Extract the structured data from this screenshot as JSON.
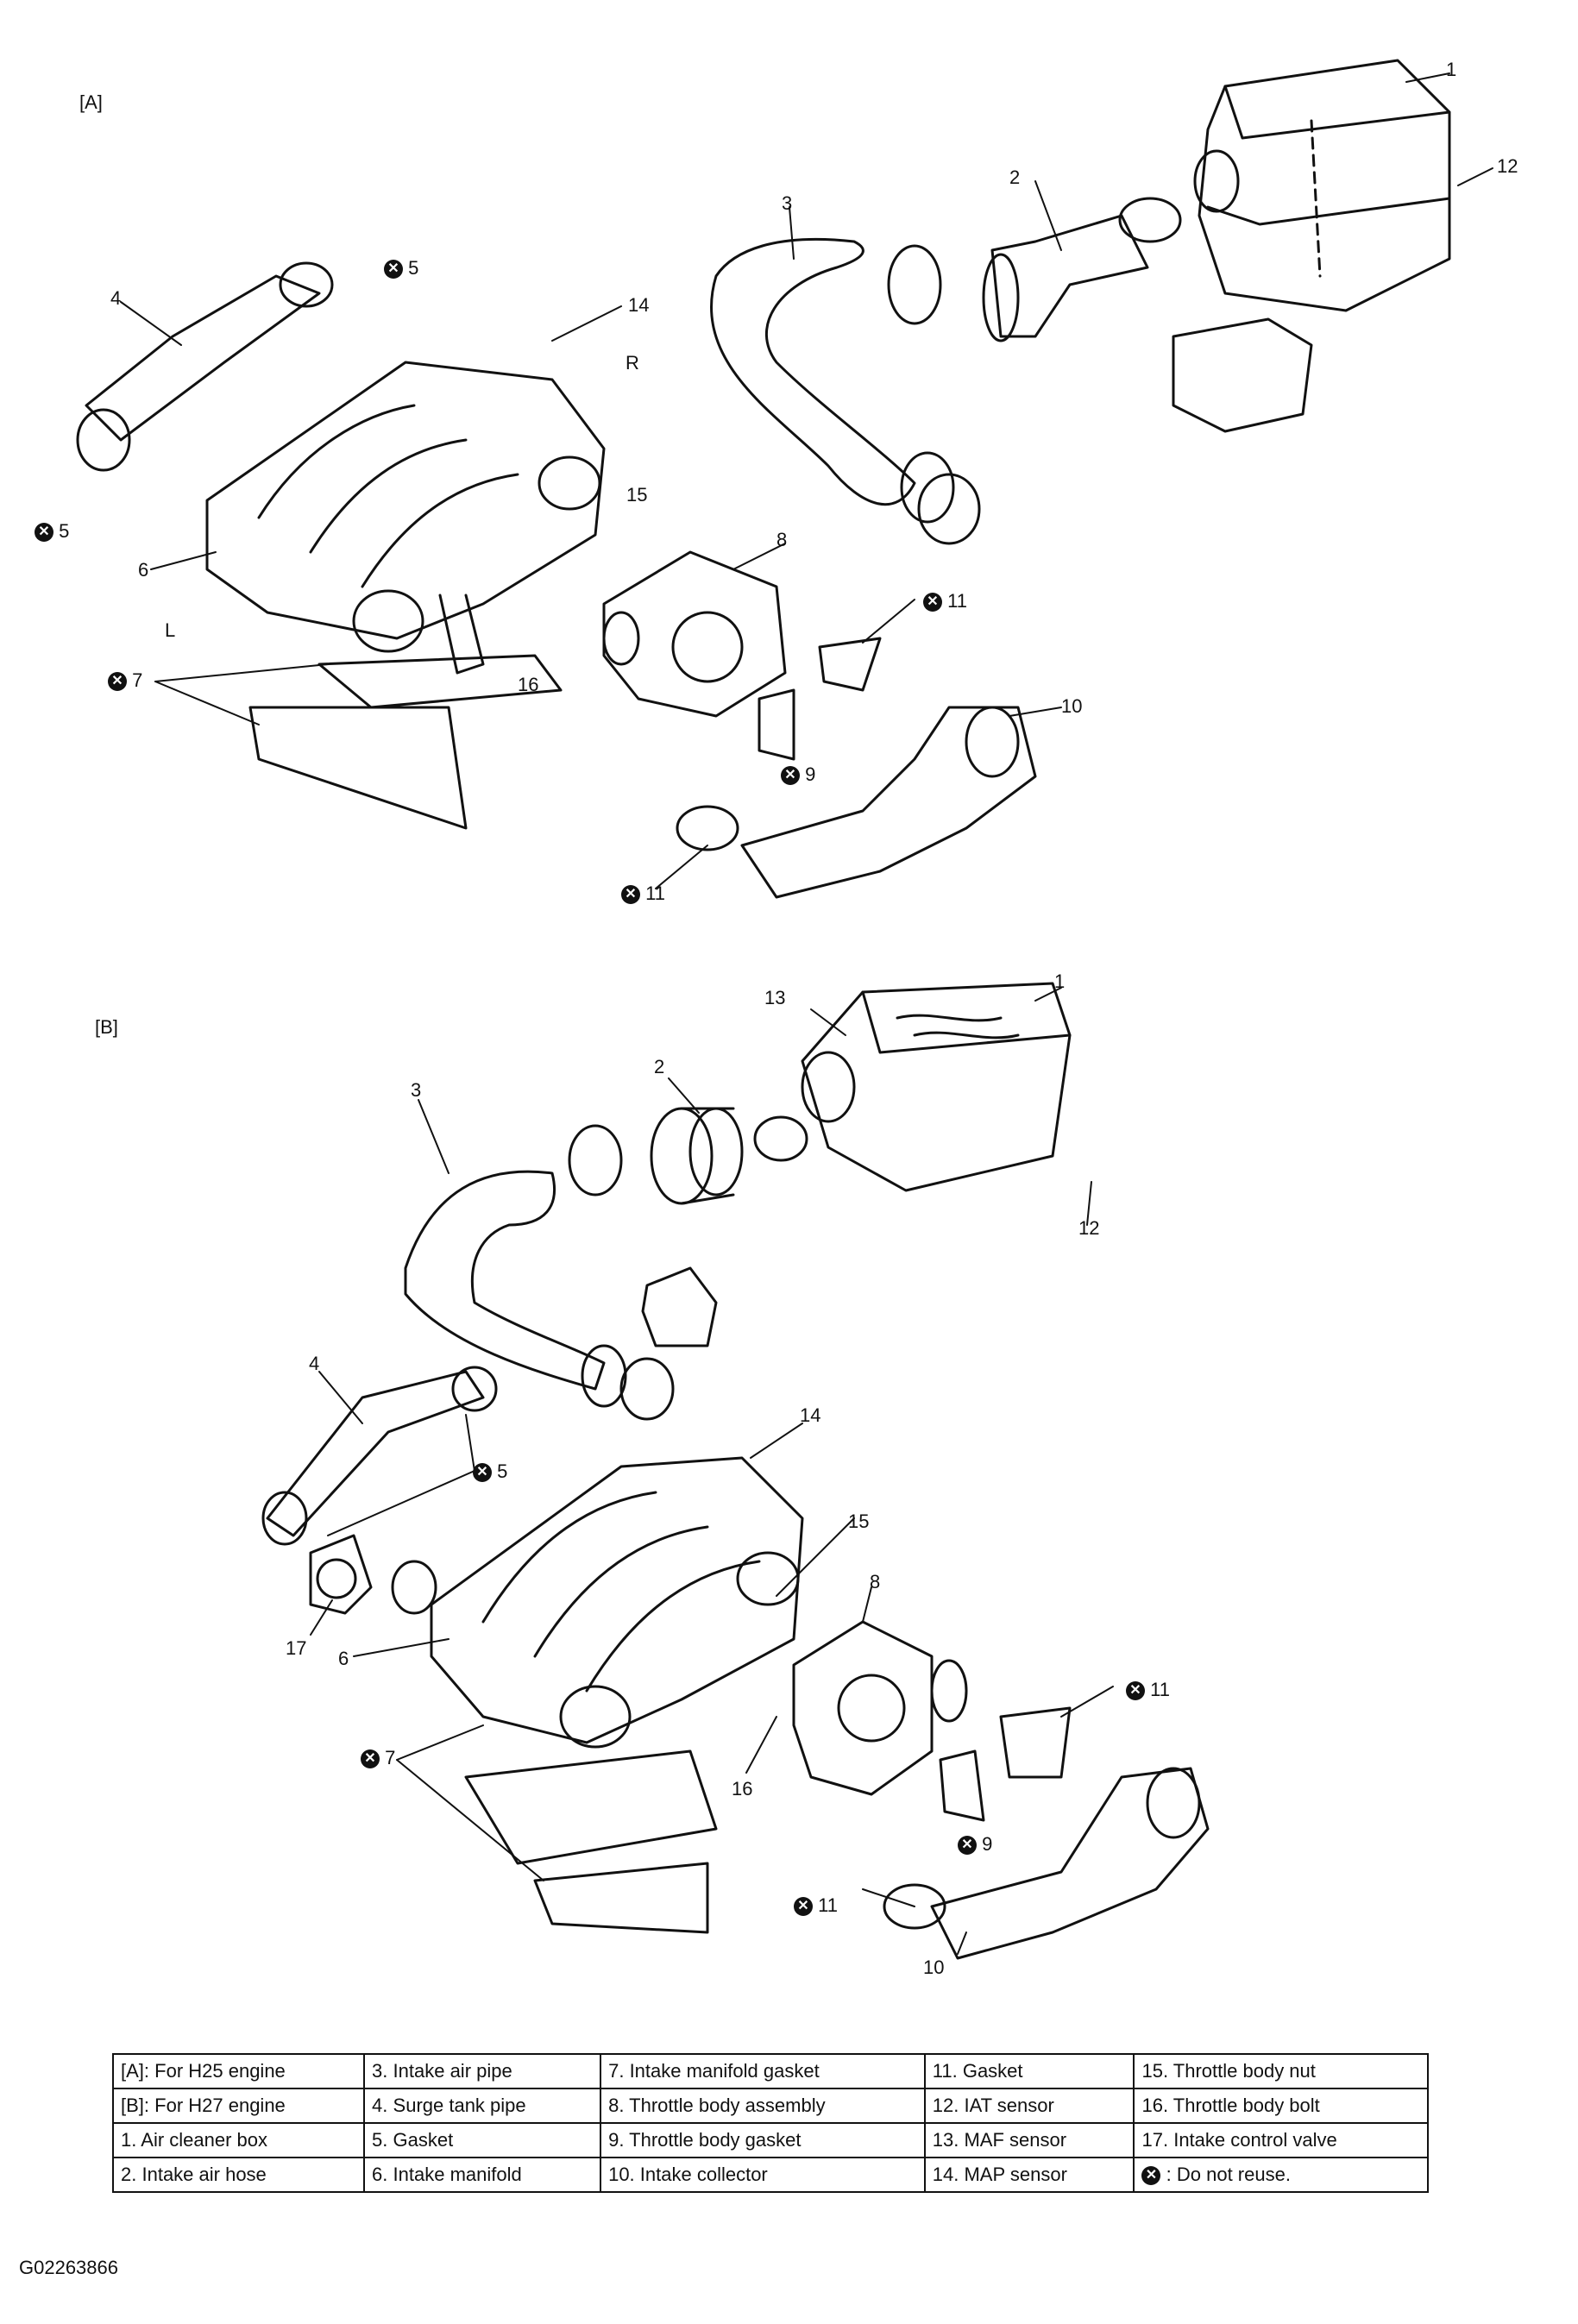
{
  "sections": {
    "a": "[A]",
    "b": "[B]"
  },
  "callouts_a": {
    "c1": "1",
    "c2": "2",
    "c3": "3",
    "c4": "4",
    "c5a": "5",
    "c5b": "5",
    "c6": "6",
    "c7": "7",
    "c8": "8",
    "c9": "9",
    "c10": "10",
    "c11a": "11",
    "c11b": "11",
    "c12": "12",
    "c14": "14",
    "c15": "15",
    "c16": "16",
    "r": "R",
    "l": "L"
  },
  "callouts_b": {
    "c1": "1",
    "c2": "2",
    "c3": "3",
    "c4": "4",
    "c5": "5",
    "c6": "6",
    "c7": "7",
    "c8": "8",
    "c9": "9",
    "c10": "10",
    "c11a": "11",
    "c11b": "11",
    "c12": "12",
    "c13": "13",
    "c14": "14",
    "c15": "15",
    "c16": "16",
    "c17": "17"
  },
  "legend": [
    [
      [
        "[A]:",
        "For H25 engine"
      ],
      [
        "3.",
        "Intake air pipe"
      ],
      [
        "7.",
        "Intake manifold gasket"
      ],
      [
        "11.",
        "Gasket"
      ],
      [
        "15.",
        "Throttle body nut"
      ]
    ],
    [
      [
        "[B]:",
        "For H27 engine"
      ],
      [
        "4.",
        "Surge tank pipe"
      ],
      [
        "8.",
        "Throttle body assembly"
      ],
      [
        "12.",
        "IAT sensor"
      ],
      [
        "16.",
        "Throttle body bolt"
      ]
    ],
    [
      [
        "1.",
        "Air cleaner box"
      ],
      [
        "5.",
        "Gasket"
      ],
      [
        "9.",
        "Throttle body gasket"
      ],
      [
        "13.",
        "MAF sensor"
      ],
      [
        "17.",
        "Intake control valve"
      ]
    ],
    [
      [
        "2.",
        "Intake air hose"
      ],
      [
        "6.",
        "Intake manifold"
      ],
      [
        "10.",
        "Intake collector"
      ],
      [
        "14.",
        "MAP sensor"
      ],
      [
        ":",
        "Do not reuse."
      ]
    ]
  ],
  "figure_code": "G02263866"
}
